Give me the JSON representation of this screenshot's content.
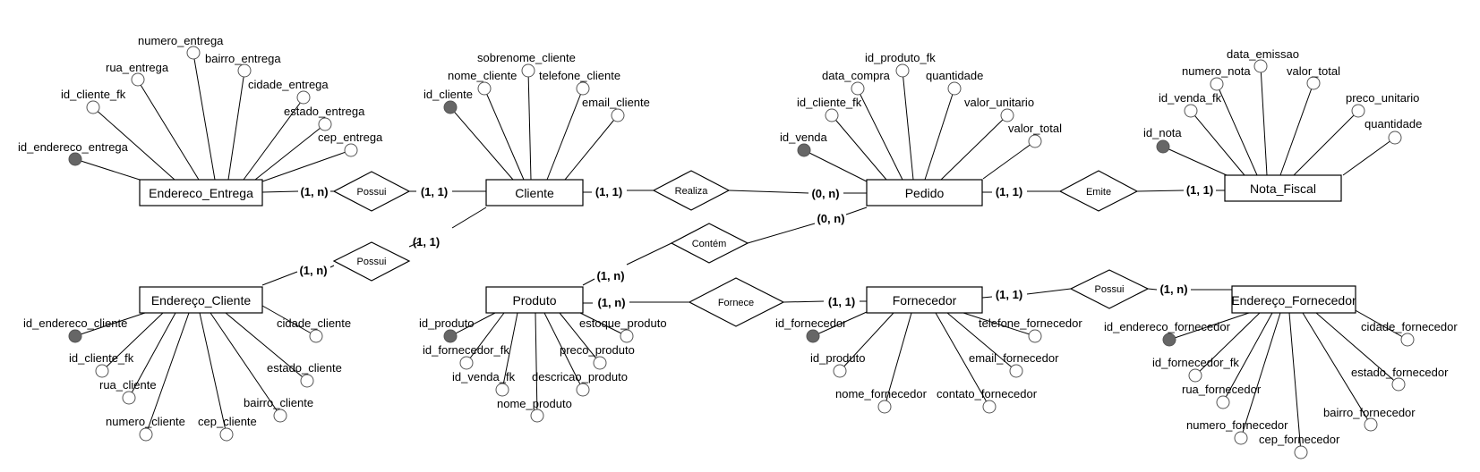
{
  "entities": {
    "endereco_entrega": "Endereco_Entrega",
    "cliente": "Cliente",
    "pedido": "Pedido",
    "nota_fiscal": "Nota_Fiscal",
    "endereco_cliente": "Endereço_Cliente",
    "produto": "Produto",
    "fornecedor": "Fornecedor",
    "endereco_fornecedor": "Endereço_Fornecedor"
  },
  "relationships": {
    "possui_entrega": "Possui",
    "realiza": "Realiza",
    "emite": "Emite",
    "possui_cliente": "Possui",
    "contem": "Contém",
    "fornece": "Fornece",
    "possui_fornecedor": "Possui"
  },
  "cardinalities": {
    "c1": "(1, n)",
    "c2": "(1, 1)",
    "c3": "(1, 1)",
    "c4": "(0, n)",
    "c5": "(1, 1)",
    "c6": "(1, 1)",
    "c7": "(1, 1)",
    "c8": "(1, n)",
    "c9": "(0, n)",
    "c10": "(1, n)",
    "c11": "(1, n)",
    "c12": "(1, 1)",
    "c13": "(1, 1)",
    "c14": "(1, n)"
  },
  "attributes": {
    "endereco_entrega": {
      "a1": "id_endereco_entrega",
      "a2": "id_cliente_fk",
      "a3": "rua_entrega",
      "a4": "numero_entrega",
      "a5": "bairro_entrega",
      "a6": "cidade_entrega",
      "a7": "estado_entrega",
      "a8": "cep_entrega"
    },
    "cliente": {
      "a1": "id_cliente",
      "a2": "nome_cliente",
      "a3": "sobrenome_cliente",
      "a4": "telefone_cliente",
      "a5": "email_cliente"
    },
    "pedido": {
      "a1": "id_venda",
      "a2": "id_cliente_fk",
      "a3": "data_compra",
      "a4": "id_produto_fk",
      "a5": "quantidade",
      "a6": "valor_unitario",
      "a7": "valor_total"
    },
    "nota_fiscal": {
      "a1": "id_nota",
      "a2": "id_venda_fk",
      "a3": "numero_nota",
      "a4": "data_emissao",
      "a5": "valor_total",
      "a6": "preco_unitario",
      "a7": "quantidade"
    },
    "endereco_cliente": {
      "a1": "id_endereco_cliente",
      "a2": "id_cliente_fk",
      "a3": "rua_cliente",
      "a4": "numero_cliente",
      "a5": "cep_cliente",
      "a6": "bairro_cliente",
      "a7": "estado_cliente",
      "a8": "cidade_cliente"
    },
    "produto": {
      "a1": "id_produto",
      "a2": "id_fornecedor_fk",
      "a3": "id_venda_fk",
      "a4": "nome_produto",
      "a5": "descricao_produto",
      "a6": "preco_produto",
      "a7": "estoque_produto"
    },
    "fornecedor": {
      "a1": "id_fornecedor",
      "a2": "id_produto",
      "a3": "nome_fornecedor",
      "a4": "contato_fornecedor",
      "a5": "email_fornecedor",
      "a6": "telefone_fornecedor"
    },
    "endereco_fornecedor": {
      "a1": "id_endereco_fornecedor",
      "a2": "id_fornecedor_fk",
      "a3": "rua_fornecedor",
      "a4": "numero_fornecedor",
      "a5": "cep_fornecedor",
      "a6": "bairro_fornecedor",
      "a7": "estado_fornecedor",
      "a8": "cidade_fornecedor"
    }
  },
  "colors": {
    "key_attribute_fill": "#666666",
    "attribute_fill": "#ffffff",
    "line": "#000000"
  }
}
